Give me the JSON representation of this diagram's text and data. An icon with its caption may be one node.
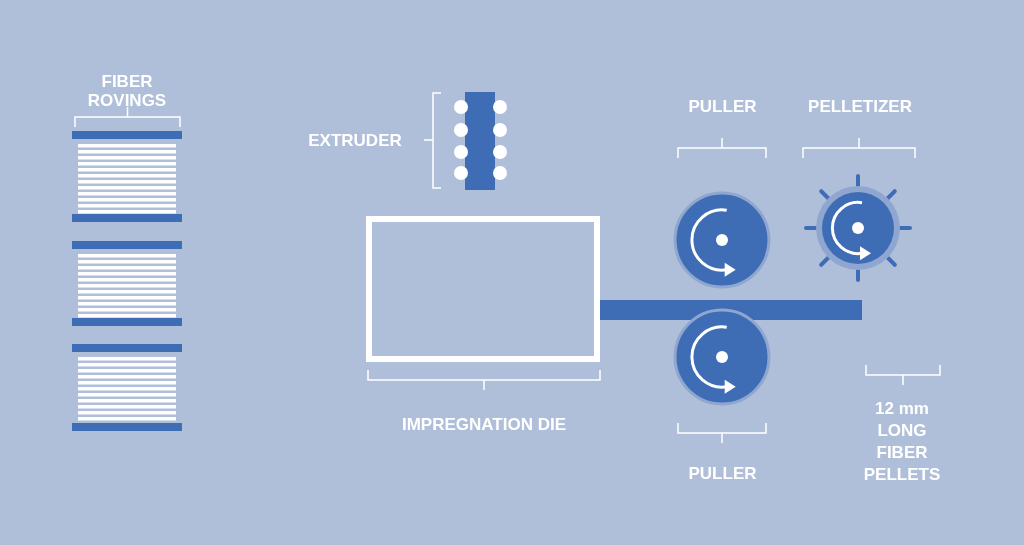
{
  "diagram": {
    "nodes": [
      {
        "text": [
          "FIBER ROVINGS"
        ]
      },
      {
        "text": [
          "EXTRUDER"
        ]
      },
      {
        "text": [
          "IMPREGNATION DIE"
        ]
      },
      {
        "text": [
          "PULLER"
        ]
      },
      {
        "text": [
          "PELLETIZER"
        ]
      },
      {
        "text": [
          "PULLER"
        ]
      },
      {
        "text": [],
        "shape": "bar"
      }
    ],
    "labels": [
      "12 mm LONG FIBER PELLETS"
    ]
  }
}
